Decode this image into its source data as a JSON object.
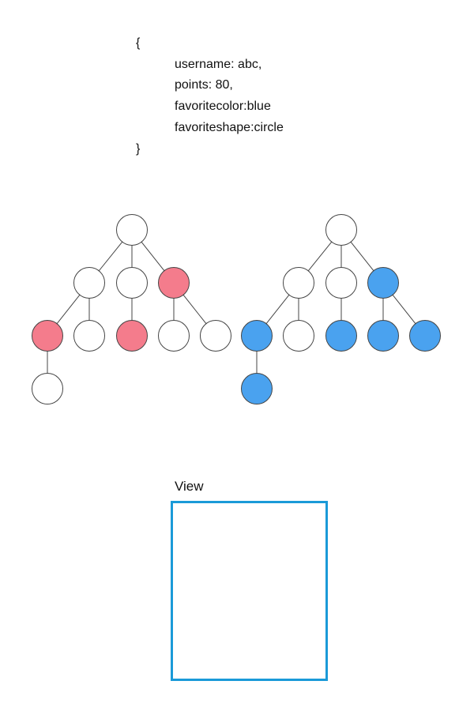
{
  "code": {
    "open_brace": "{",
    "username_line": "username: abc,",
    "points_line": "points: 80,",
    "color_line": "favoritecolor:blue",
    "shape_line": "favoriteshape:circle",
    "close_brace": "}"
  },
  "colors": {
    "node_default": "#ffffff",
    "node_outline": "#444444",
    "edge": "#444444",
    "highlight_red": "#f47c8c",
    "highlight_blue": "#4aa2ef",
    "view_border": "#1a9ad8"
  },
  "trees": [
    {
      "name": "left-tree",
      "highlight": "red",
      "nodes": [
        {
          "id": "root",
          "highlighted": false
        },
        {
          "id": "a",
          "highlighted": false
        },
        {
          "id": "b",
          "highlighted": false
        },
        {
          "id": "c",
          "highlighted": true
        },
        {
          "id": "a1",
          "highlighted": true
        },
        {
          "id": "a2",
          "highlighted": false
        },
        {
          "id": "b1",
          "highlighted": true
        },
        {
          "id": "c1",
          "highlighted": false
        },
        {
          "id": "c2",
          "highlighted": false
        },
        {
          "id": "a1x",
          "highlighted": false
        }
      ]
    },
    {
      "name": "right-tree",
      "highlight": "blue",
      "nodes": [
        {
          "id": "root",
          "highlighted": false
        },
        {
          "id": "a",
          "highlighted": false
        },
        {
          "id": "b",
          "highlighted": false
        },
        {
          "id": "c",
          "highlighted": true
        },
        {
          "id": "a1",
          "highlighted": true
        },
        {
          "id": "a2",
          "highlighted": false
        },
        {
          "id": "b1",
          "highlighted": true
        },
        {
          "id": "c1",
          "highlighted": true
        },
        {
          "id": "c2",
          "highlighted": true
        },
        {
          "id": "a1x",
          "highlighted": true
        }
      ]
    }
  ],
  "view": {
    "label": "View"
  }
}
